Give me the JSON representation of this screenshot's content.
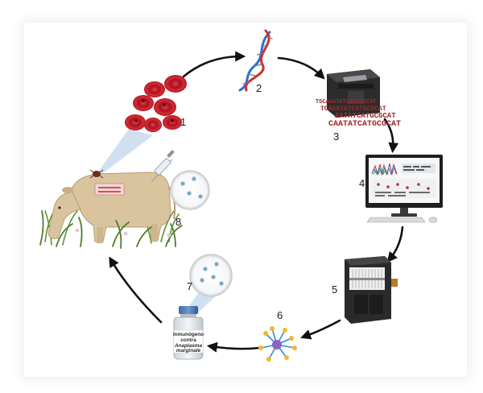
{
  "steps": [
    {
      "number": "1",
      "subject": "infected red blood cells"
    },
    {
      "number": "2",
      "subject": "dna"
    },
    {
      "number": "3",
      "subject": "sequencing"
    },
    {
      "number": "4",
      "subject": "bioinformatic analysis"
    },
    {
      "number": "5",
      "subject": "peptide synthesis"
    },
    {
      "number": "6",
      "subject": "immunogen molecule"
    },
    {
      "number": "7",
      "subject": "vaccine vial"
    },
    {
      "number": "8",
      "subject": "immunization"
    }
  ],
  "sequencer_output": {
    "line1": "TGCAAATATCATGCGCAT",
    "line2": "TCAAATATCATGCGCAT",
    "line3": "AATATCATGCGCAT",
    "line4": "CAATATCATGCGCAT"
  },
  "vial": {
    "line1": "Inmunógeno",
    "line2": "contra",
    "line3": "Anaplasma",
    "line4": "marginale"
  },
  "colors": {
    "arrow": "#111111",
    "blood_cell": "#c7232f",
    "dna_blue": "#2b6fd6",
    "dna_red": "#d0302c",
    "cow": "#d9c49e",
    "grass": "#5f8f3a",
    "machine": "#2b2b2b",
    "peptide_core": "#8a63c9",
    "peptide_tips": "#f2b632"
  }
}
